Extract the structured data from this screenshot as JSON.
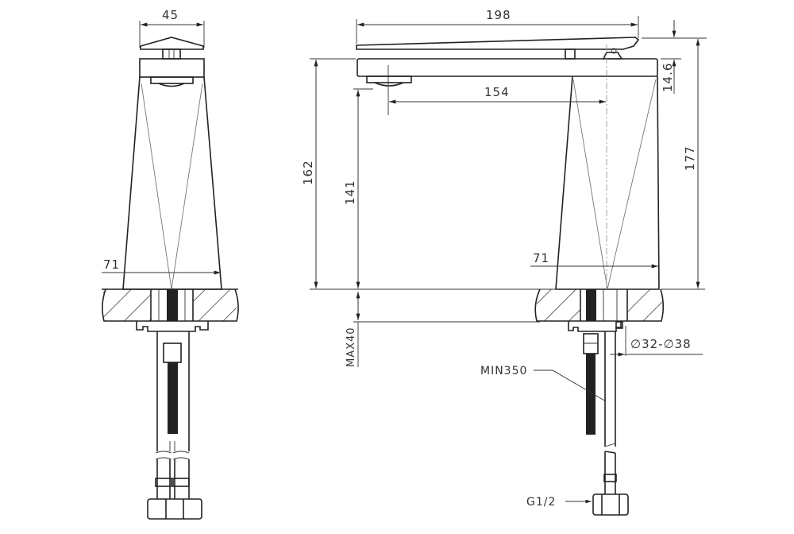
{
  "drawing": {
    "title": "Basin mixer technical drawing",
    "views": [
      "side-view",
      "front-view"
    ],
    "dimensions": {
      "handle_width": "45",
      "overall_length": "198",
      "spout_reach": "154",
      "handle_height": "14.6",
      "total_height": "177",
      "spout_height": "162",
      "outlet_height": "141",
      "base_width_left": "71",
      "base_width_right": "71",
      "max_deck_thickness": "MAX40",
      "hole_diameter": "∅32-∅38",
      "hose_length": "MIN350",
      "thread": "G1/2"
    }
  }
}
